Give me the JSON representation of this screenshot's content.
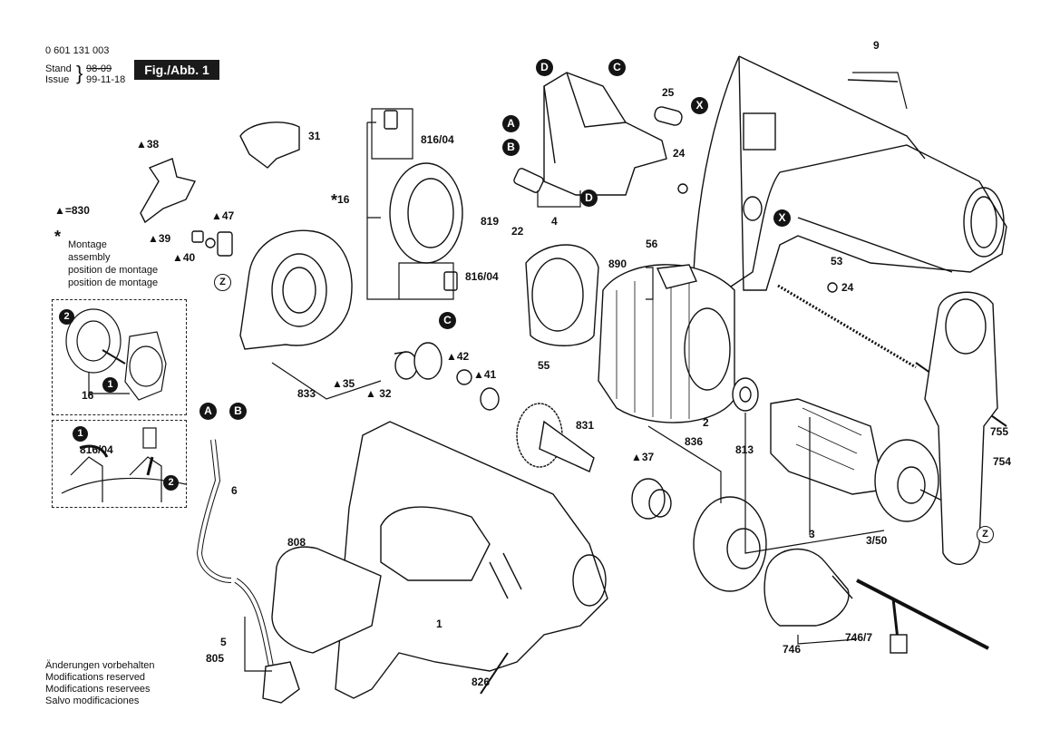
{
  "header": {
    "part_number": "0 601 131 003",
    "stand_label": "Stand",
    "issue_label": "Issue",
    "stand_date": "98-09",
    "issue_date": "99-11-18",
    "figure_label": "Fig./Abb. 1"
  },
  "legend": {
    "triangle_note": "▲=830",
    "asterisk_symbol": "*",
    "assembly_lines": [
      "Montage",
      "assembly",
      "position de montage",
      "position de montage"
    ]
  },
  "footer": {
    "lines": [
      "Änderungen vorbehalten",
      "Modifications reserved",
      "Modifications reservees",
      "Salvo modificaciones"
    ]
  },
  "callouts": {
    "A": "A",
    "B": "B",
    "C": "C",
    "D": "D",
    "X": "X",
    "Z": "Z"
  },
  "steps": {
    "one": "1",
    "two": "2"
  },
  "insets": {
    "brush_holder": {
      "label": "16"
    },
    "brush_replace": {
      "label": "816/04"
    }
  },
  "parts": {
    "p9": "9",
    "p25": "25",
    "p24a": "24",
    "p24b": "24",
    "p31": "31",
    "p38": "▲38",
    "p47": "▲47",
    "p39": "▲39",
    "p40": "▲40",
    "p816a": "816/04",
    "p16": "16",
    "p816b": "816/04",
    "p819": "819",
    "p4": "4",
    "p22": "22",
    "p56": "56",
    "p890": "890",
    "p53": "53",
    "p55": "55",
    "p42": "▲42",
    "p41": "▲41",
    "p35": "▲35",
    "p32": "▲ 32",
    "p833": "833",
    "p831": "831",
    "p2": "2",
    "p813": "813",
    "p37": "▲37",
    "p836": "836",
    "p3": "3",
    "p350": "3/50",
    "p755": "755",
    "p754": "754",
    "p746": "746",
    "p7467": "746/7",
    "p6": "6",
    "p808": "808",
    "p1": "1",
    "p5": "5",
    "p805": "805",
    "p826": "826"
  }
}
